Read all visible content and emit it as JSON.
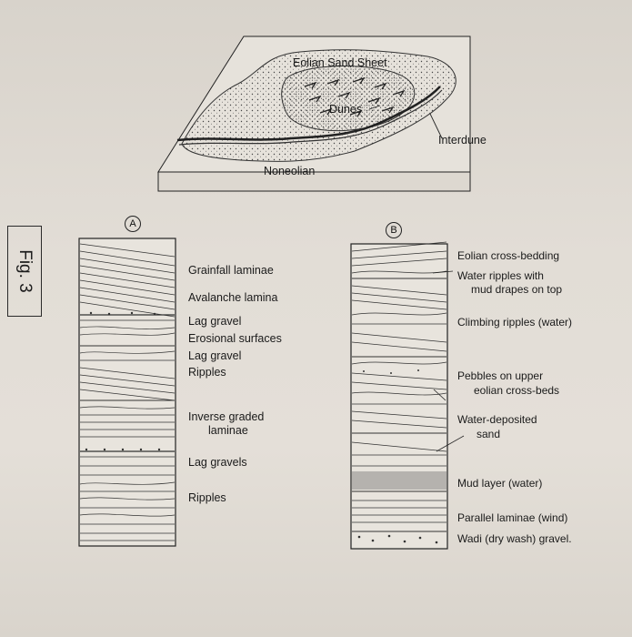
{
  "figure_label": "Fig. 3",
  "block_diagram": {
    "eolian_sand_sheet": "Eolian Sand Sheet",
    "dunes": "Dunes",
    "interdune": "Interdune",
    "noneolian": "Noneolian"
  },
  "column_a": {
    "marker": "A",
    "labels": [
      "Grainfall laminae",
      "Avalanche lamina",
      "Lag gravel",
      "Erosional surfaces",
      "Lag gravel",
      "Ripples",
      "Inverse graded",
      "laminae",
      "Lag gravels",
      "Ripples"
    ]
  },
  "column_b": {
    "marker": "B",
    "labels": [
      "Eolian cross-bedding",
      "Water ripples with",
      "mud drapes on top",
      "Climbing ripples (water)",
      "Pebbles on upper",
      "eolian cross-beds",
      "Water-deposited",
      "sand",
      "Mud layer (water)",
      "Parallel laminae (wind)",
      "Wadi (dry wash) gravel."
    ]
  }
}
